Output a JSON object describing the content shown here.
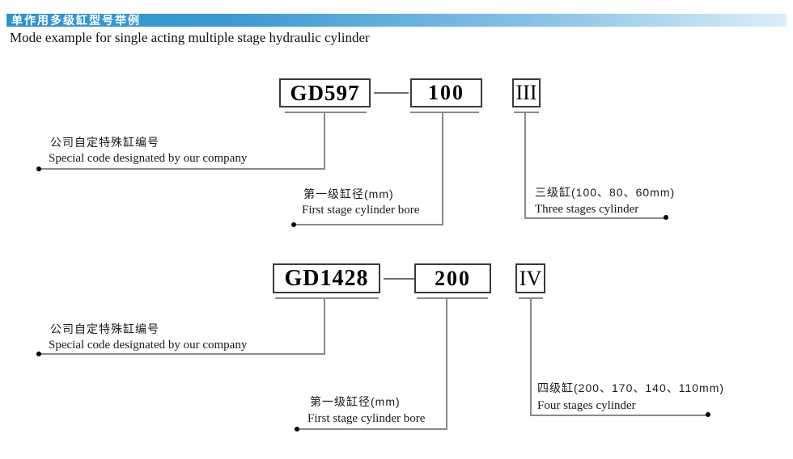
{
  "header": {
    "title_cn": "单作用多级缸型号举例",
    "subtitle_en": "Mode example for single acting multiple stage hydraulic cylinder"
  },
  "colors": {
    "header_blue": "#2E93CE",
    "header_fade": "#DCEEF8",
    "line_gray": "#8A8A8A",
    "box_border": "#3A3A3A",
    "text_black": "#1A1A1A"
  },
  "example1": {
    "code": "GD597",
    "bore": "100",
    "stage_numeral": "III",
    "labels": {
      "company_cn": "公司自定特殊缸编号",
      "company_en": "Special code designated by our company",
      "bore_cn": "第一级缸径(mm)",
      "bore_en": "First stage cylinder bore",
      "stages_cn": "三级缸(100、80、60mm)",
      "stages_en": "Three stages cylinder"
    }
  },
  "example2": {
    "code": "GD1428",
    "bore": "200",
    "stage_numeral": "IV",
    "labels": {
      "company_cn": "公司自定特殊缸编号",
      "company_en": "Special code designated by our company",
      "bore_cn": "第一级缸径(mm)",
      "bore_en": "First stage cylinder bore",
      "stages_cn": "四级缸(200、170、140、110mm)",
      "stages_en": "Four stages cylinder"
    }
  }
}
